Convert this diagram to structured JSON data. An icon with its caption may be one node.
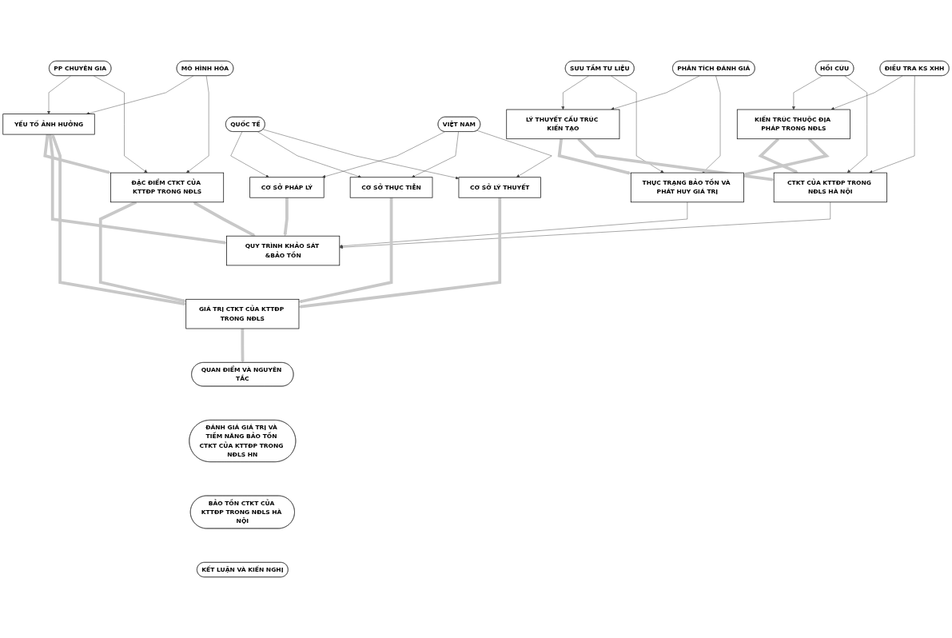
{
  "diagram": {
    "nodes": [
      {
        "text": [
          "SƯU TẦM TƯ LIỆU"
        ]
      },
      {
        "text": [
          "LÝ THUYẾT CẤU TRÚC KIẾN TẠO"
        ]
      },
      {
        "text": [
          "KIẾN TRÚC THUỘC ĐỊA PHÁP TRONG NĐLS"
        ]
      },
      {
        "text": [
          "HỒI CỨU"
        ]
      },
      {
        "text": [
          "PHÂN TÍCH ĐÁNH GIÁ"
        ]
      },
      {
        "text": [
          "THỰC TRẠNG BẢO TỒN VÀ PHÁT HUY GIÁ TRỊ"
        ]
      },
      {
        "text": [
          "CTKT CỦA KTTĐP TRONG NĐLS HÀ NỘI"
        ]
      },
      {
        "text": [
          "ĐIỀU TRA KS XHH"
        ]
      },
      {
        "text": [
          "PP CHUYÊN GIA"
        ]
      },
      {
        "text": [
          "YẾU TỐ ẢNH HƯỞNG"
        ]
      },
      {
        "text": [
          "QUY TRÌNH KHẢO SÁT &BẢO TỒN"
        ]
      },
      {
        "text": [
          "GIÁ TRỊ CTKT CỦA KTTĐP TRONG NĐLS"
        ]
      },
      {
        "text": [
          "CƠ SỞ PHÁP LÝ"
        ]
      },
      {
        "text": [
          "QUỐC TẾ"
        ]
      },
      {
        "text": [
          "CƠ SỞ THỰC TIỄN"
        ]
      },
      {
        "text": [
          "MÔ HÌNH HÓA"
        ]
      },
      {
        "text": [
          "ĐẶC ĐIỂM CTKT CỦA KTTĐP TRONG NĐLS"
        ]
      },
      {
        "text": [
          "CƠ SỞ LÝ THUYẾT"
        ]
      },
      {
        "text": [
          "VIỆT NAM"
        ]
      },
      {
        "text": [
          "QUAN ĐIỂM VÀ NGUYÊN TẮC"
        ]
      },
      {
        "text": [
          "ĐÁNH GIÁ GIÁ TRỊ VÀ TIỀM NĂNG BẢO TỒN CTKT CỦA KTTĐP TRONG NĐLS HN"
        ]
      },
      {
        "text": [
          "BẢO TỒN CTKT CỦA KTTĐP TRONG NĐLS HÀ NỘI"
        ]
      },
      {
        "text": [
          "KẾT LUẬN VÀ KIẾN NGHỊ"
        ]
      }
    ],
    "edges": [
      {
        "from": 0,
        "to": 1,
        "arrow": "to"
      },
      {
        "from": 0,
        "to": 5,
        "arrow": "to"
      },
      {
        "from": 4,
        "to": 1,
        "arrow": "to"
      },
      {
        "from": 4,
        "to": 5,
        "arrow": "to"
      },
      {
        "from": 3,
        "to": 2,
        "arrow": "to"
      },
      {
        "from": 3,
        "to": 6,
        "arrow": "to"
      },
      {
        "from": 7,
        "to": 2,
        "arrow": "to"
      },
      {
        "from": 7,
        "to": 6,
        "arrow": "to"
      },
      {
        "from": 1,
        "to": 5,
        "arrow": "to",
        "style": "thick",
        "color": "#c8c8c8"
      },
      {
        "from": 2,
        "to": 6,
        "arrow": "to",
        "style": "thick",
        "color": "#c8c8c8"
      },
      {
        "from": 1,
        "to": 6,
        "arrow": "to",
        "style": "thick",
        "color": "#c8c8c8"
      },
      {
        "from": 2,
        "to": 5,
        "arrow": "to",
        "style": "thick",
        "color": "#c8c8c8"
      },
      {
        "from": 5,
        "to": 10,
        "arrow": "to"
      },
      {
        "from": 6,
        "to": 10,
        "arrow": "to"
      },
      {
        "from": 8,
        "to": 9,
        "arrow": "to"
      },
      {
        "from": 8,
        "to": 16,
        "arrow": "to"
      },
      {
        "from": 15,
        "to": 9,
        "arrow": "to"
      },
      {
        "from": 15,
        "to": 16,
        "arrow": "to"
      },
      {
        "from": 9,
        "to": 16,
        "arrow": "to",
        "style": "thick",
        "color": "#c8c8c8"
      },
      {
        "from": 9,
        "to": 10,
        "arrow": "to",
        "style": "thick",
        "color": "#c8c8c8"
      },
      {
        "from": 16,
        "to": 11,
        "arrow": "to",
        "style": "thick",
        "color": "#c8c8c8"
      },
      {
        "from": 16,
        "to": 10,
        "arrow": "both",
        "style": "thick",
        "color": "#c8c8c8"
      },
      {
        "from": 9,
        "to": 11,
        "arrow": "both",
        "style": "thick",
        "color": "#c8c8c8"
      },
      {
        "from": 12,
        "to": 10,
        "arrow": "to",
        "style": "thick",
        "color": "#c8c8c8"
      },
      {
        "from": 14,
        "to": 11,
        "arrow": "to",
        "style": "thick",
        "color": "#c8c8c8"
      },
      {
        "from": 17,
        "to": 11,
        "arrow": "to",
        "style": "thick",
        "color": "#c8c8c8"
      },
      {
        "from": 13,
        "to": 12,
        "arrow": "to"
      },
      {
        "from": 13,
        "to": 14,
        "arrow": "to"
      },
      {
        "from": 13,
        "to": 17,
        "arrow": "to"
      },
      {
        "from": 18,
        "to": 12,
        "arrow": "to"
      },
      {
        "from": 18,
        "to": 14,
        "arrow": "to"
      },
      {
        "from": 18,
        "to": 17,
        "arrow": "to"
      },
      {
        "from": 11,
        "to": 19,
        "arrow": "to",
        "style": "thick",
        "color": "#c8c8c8"
      }
    ]
  }
}
